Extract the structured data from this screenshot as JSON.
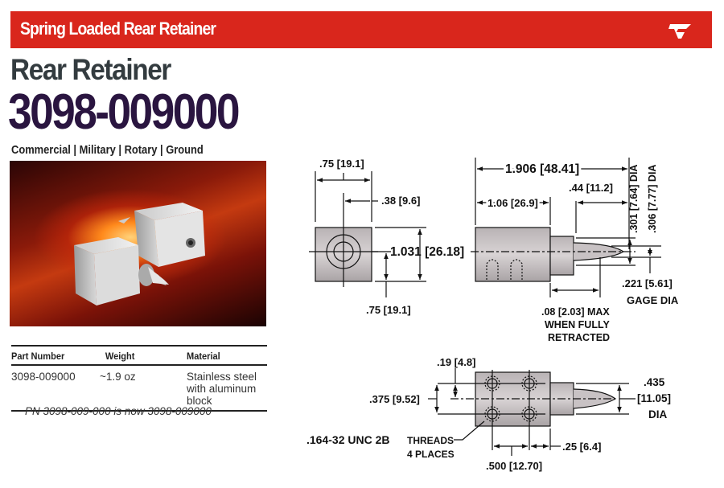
{
  "banner": {
    "title": "Spring Loaded Rear Retainer",
    "brand_color": "#d9261c"
  },
  "header": {
    "title": "Rear Retainer",
    "part_number": "3098-009000",
    "applications": "Commercial | Military | Rotary | Ground"
  },
  "spec_table": {
    "headers": [
      "Part Number",
      "Weight",
      "Material"
    ],
    "rows": [
      {
        "part_number": "3098-009000",
        "weight": "~1.9 oz",
        "material_line1": "Stainless steel",
        "material_line2": "with aluminum block"
      }
    ]
  },
  "note": "PN 3098-009-000 is now 3098-009000",
  "drawing": {
    "front": {
      "width": ".75 [19.1]",
      "center": ".38 [9.6]",
      "height": "1.031 [26.18]",
      "offset": ".75 [19.1]"
    },
    "side": {
      "overall": "1.906 [48.41]",
      "body": "1.06 [26.9]",
      "tip": ".44 [11.2]",
      "dia1": ".301 [7.64] DIA",
      "dia2": ".306 [7.77] DIA",
      "gage": ".221 [5.61]",
      "gage_label": "GAGE DIA",
      "travel1": ".08 [2.03] MAX",
      "travel2": "WHEN FULLY",
      "travel3": "RETRACTED"
    },
    "bottom": {
      "hole_offset": ".19 [4.8]",
      "hole_spacing_v": ".375 [9.52]",
      "shank_dia1": ".435",
      "shank_dia2": "[11.05]",
      "shank_dia3": "DIA",
      "thread1": ".164-32 UNC 2B",
      "thread1b": "THREADS",
      "thread2": "4 PLACES",
      "hole_spacing_h": ".500 [12.70]",
      "edge": ".25 [6.4]"
    }
  }
}
